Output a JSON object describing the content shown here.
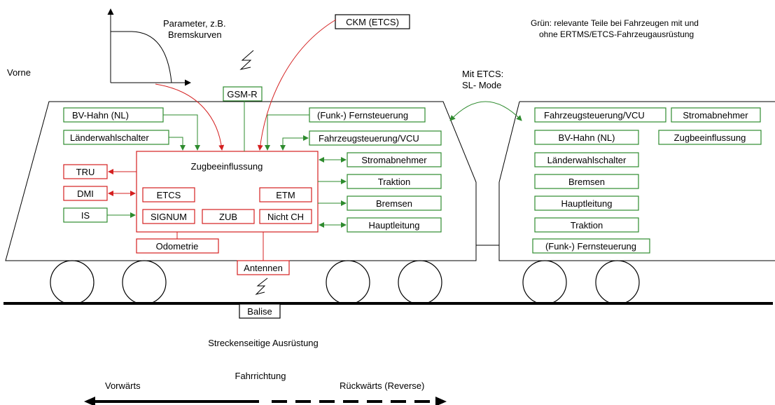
{
  "labels": {
    "vorne": "Vorne",
    "parameter_l1": "Parameter, z.B.",
    "parameter_l2": "Bremskurven",
    "legend_l1": "Grün: relevante Teile bei Fahrzeugen mit und",
    "legend_l2": "ohne ERTMS/ETCS-Fahrzeugausrüstung",
    "mit_etcs_l1": "Mit ETCS:",
    "mit_etcs_l2": "SL- Mode",
    "zugbeeinflussung": "Zugbeeinflussung",
    "strecke": "Streckenseitige Ausrüstung",
    "fahrrichtung": "Fahrrichtung",
    "vorwaerts": "Vorwärts",
    "rueckwaerts": "Rückwärts (Reverse)"
  },
  "boxes": {
    "ckm": "CKM (ETCS)",
    "gsmr": "GSM-R",
    "bvhahn": "BV-Hahn (NL)",
    "laenderwahl": "Länderwahlschalter",
    "tru": "TRU",
    "dmi": "DMI",
    "is": "IS",
    "etcs": "ETCS",
    "etm": "ETM",
    "signum": "SIGNUM",
    "zub": "ZUB",
    "nichtch": "Nicht CH",
    "odometrie": "Odometrie",
    "antennen": "Antennen",
    "balise": "Balise",
    "funk": "(Funk-) Fernsteuerung",
    "fzgsteuerung": "Fahrzeugsteuerung/VCU",
    "stromabnehmer": "Stromabnehmer",
    "traktion": "Traktion",
    "bremsen": "Bremsen",
    "hauptleitung": "Hauptleitung"
  },
  "right_car": {
    "fzgsteuerung": "Fahrzeugsteuerung/VCU",
    "stromabnehmer": "Stromabnehmer",
    "bvhahn": "BV-Hahn (NL)",
    "zugbeeinflussung": "Zugbeeinflussung",
    "laenderwahl": "Länderwahlschalter",
    "bremsen": "Bremsen",
    "hauptleitung": "Hauptleitung",
    "traktion": "Traktion",
    "funk": "(Funk-) Fernsteuerung"
  },
  "colors": {
    "green": "#2e8b2e",
    "red": "#d42020",
    "black": "#000000"
  }
}
